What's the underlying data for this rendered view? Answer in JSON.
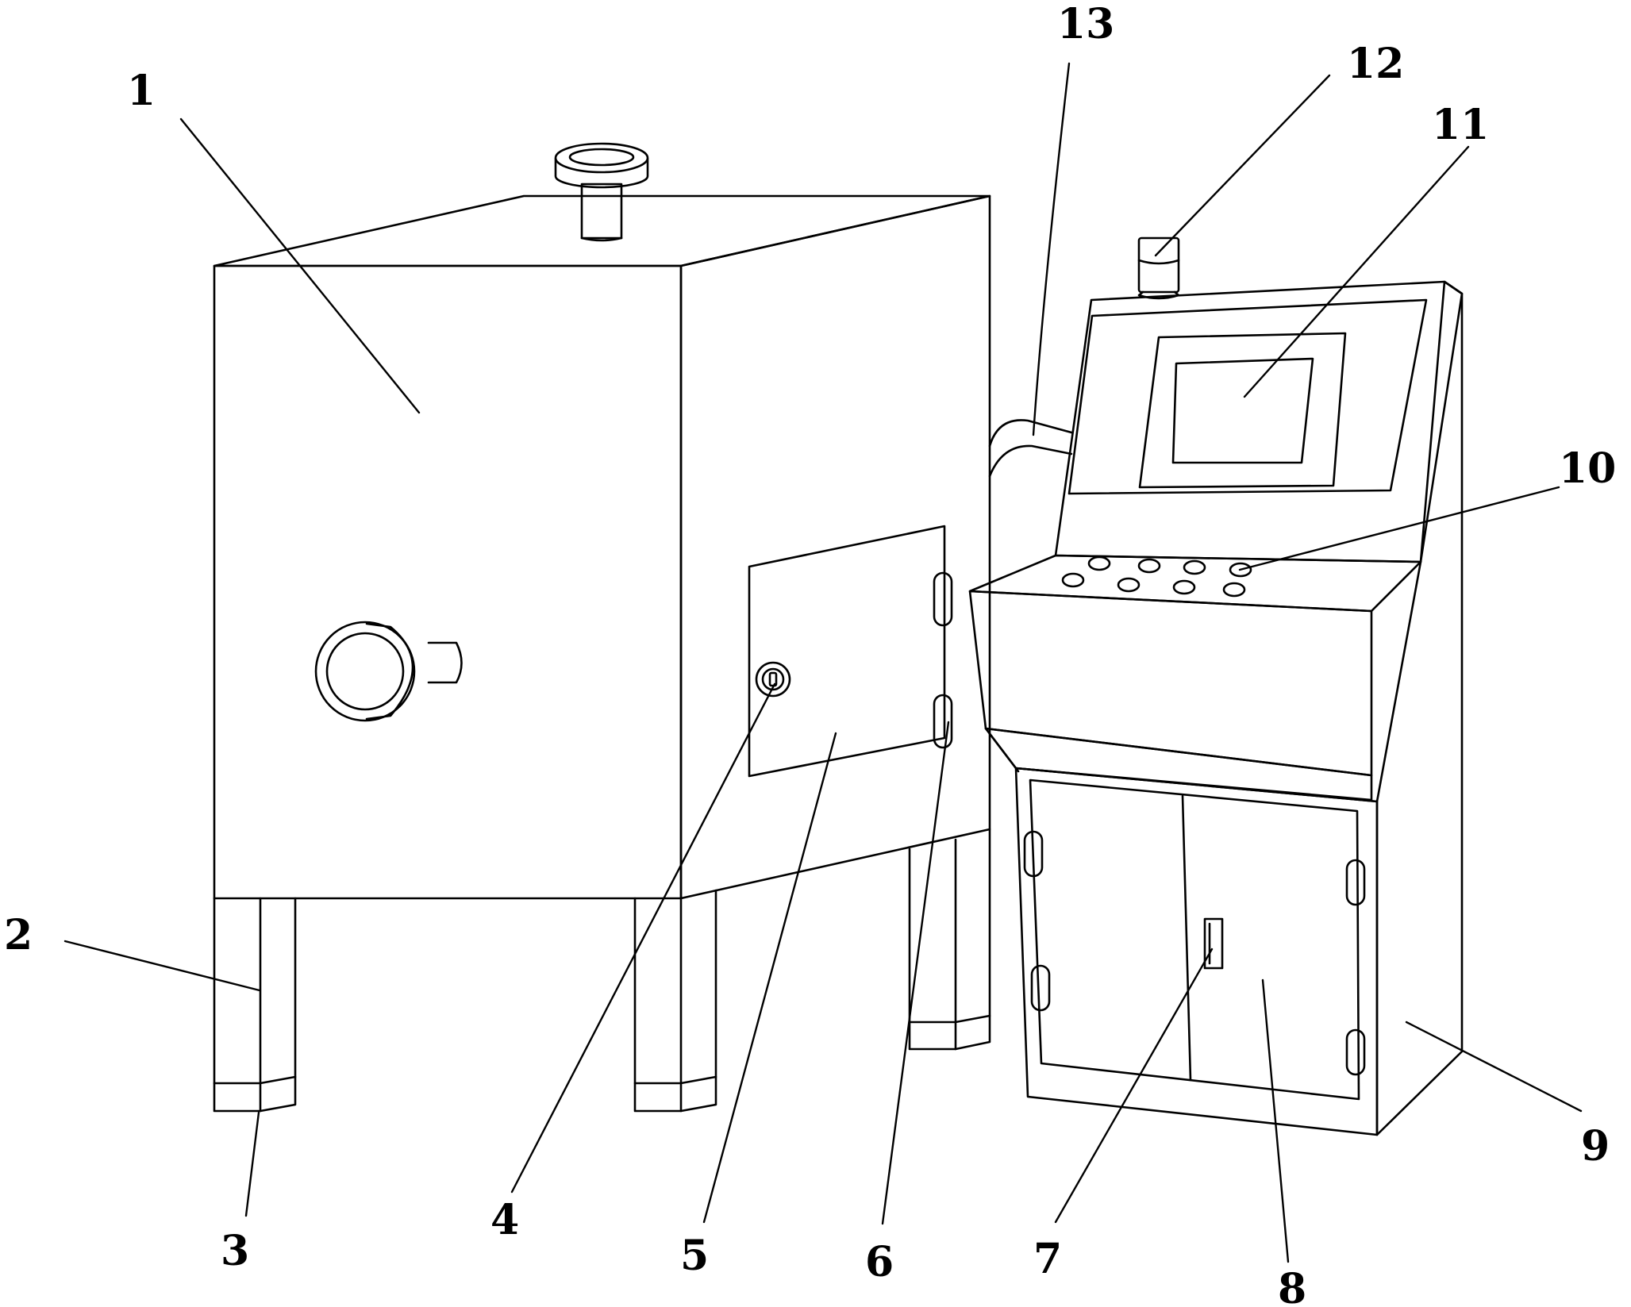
{
  "figure": {
    "background": "#ffffff",
    "line_color": "#000000",
    "callouts": [
      {
        "id": "c1",
        "text": "1"
      },
      {
        "id": "c2",
        "text": "2"
      },
      {
        "id": "c3",
        "text": "3"
      },
      {
        "id": "c4",
        "text": "4"
      },
      {
        "id": "c5",
        "text": "5"
      },
      {
        "id": "c6",
        "text": "6"
      },
      {
        "id": "c7",
        "text": "7"
      },
      {
        "id": "c8",
        "text": "8"
      },
      {
        "id": "c9",
        "text": "9"
      },
      {
        "id": "c10",
        "text": "10"
      },
      {
        "id": "c11",
        "text": "11"
      },
      {
        "id": "c12",
        "text": "12"
      },
      {
        "id": "c13",
        "text": "13"
      }
    ]
  }
}
